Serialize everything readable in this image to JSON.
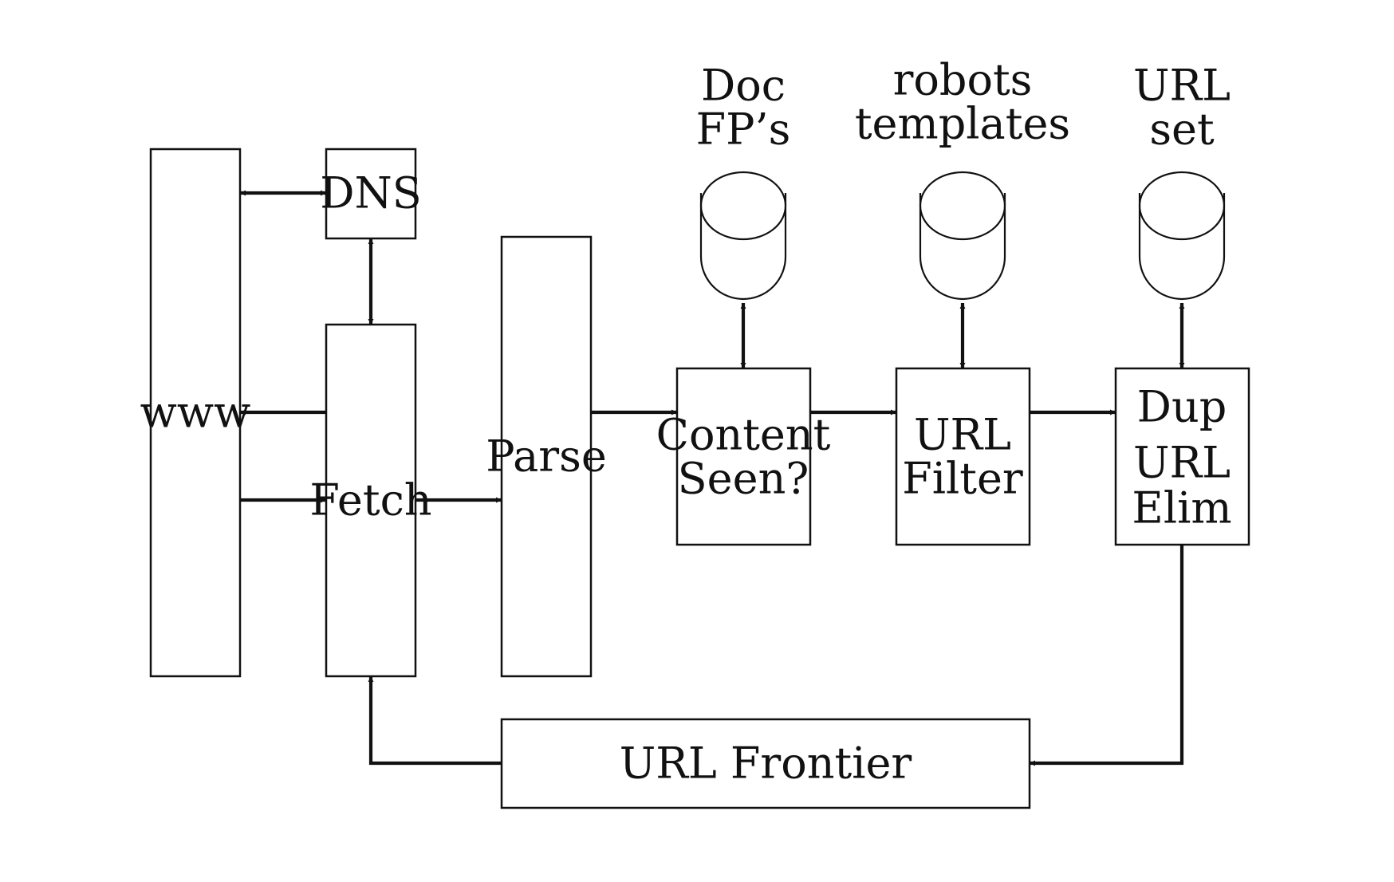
{
  "diagram": {
    "nodes": {
      "www": "www",
      "dns": "DNS",
      "fetch": "Fetch",
      "parse": "Parse",
      "content_seen": [
        "Content",
        "Seen?"
      ],
      "url_filter": [
        "URL",
        "Filter"
      ],
      "dup_elim": [
        "Dup",
        "URL",
        "Elim"
      ],
      "url_frontier": "URL Frontier"
    },
    "stores": {
      "doc_fps": [
        "Doc",
        "FP’s"
      ],
      "robots": [
        "robots",
        "templates"
      ],
      "url_set": [
        "URL",
        "set"
      ]
    },
    "edges": [
      {
        "from": "www",
        "to": "dns",
        "direction": "both"
      },
      {
        "from": "dns",
        "to": "fetch",
        "direction": "both"
      },
      {
        "from": "fetch",
        "to": "www",
        "direction": "forward"
      },
      {
        "from": "www",
        "to": "fetch",
        "direction": "forward"
      },
      {
        "from": "fetch",
        "to": "parse",
        "direction": "forward"
      },
      {
        "from": "parse",
        "to": "content_seen",
        "direction": "forward"
      },
      {
        "from": "content_seen",
        "to": "url_filter",
        "direction": "forward"
      },
      {
        "from": "url_filter",
        "to": "dup_elim",
        "direction": "forward"
      },
      {
        "from": "dup_elim",
        "to": "url_frontier",
        "direction": "forward"
      },
      {
        "from": "url_frontier",
        "to": "fetch",
        "direction": "forward"
      },
      {
        "from": "doc_fps",
        "to": "content_seen",
        "direction": "both"
      },
      {
        "from": "robots",
        "to": "url_filter",
        "direction": "both"
      },
      {
        "from": "url_set",
        "to": "dup_elim",
        "direction": "both"
      }
    ]
  }
}
